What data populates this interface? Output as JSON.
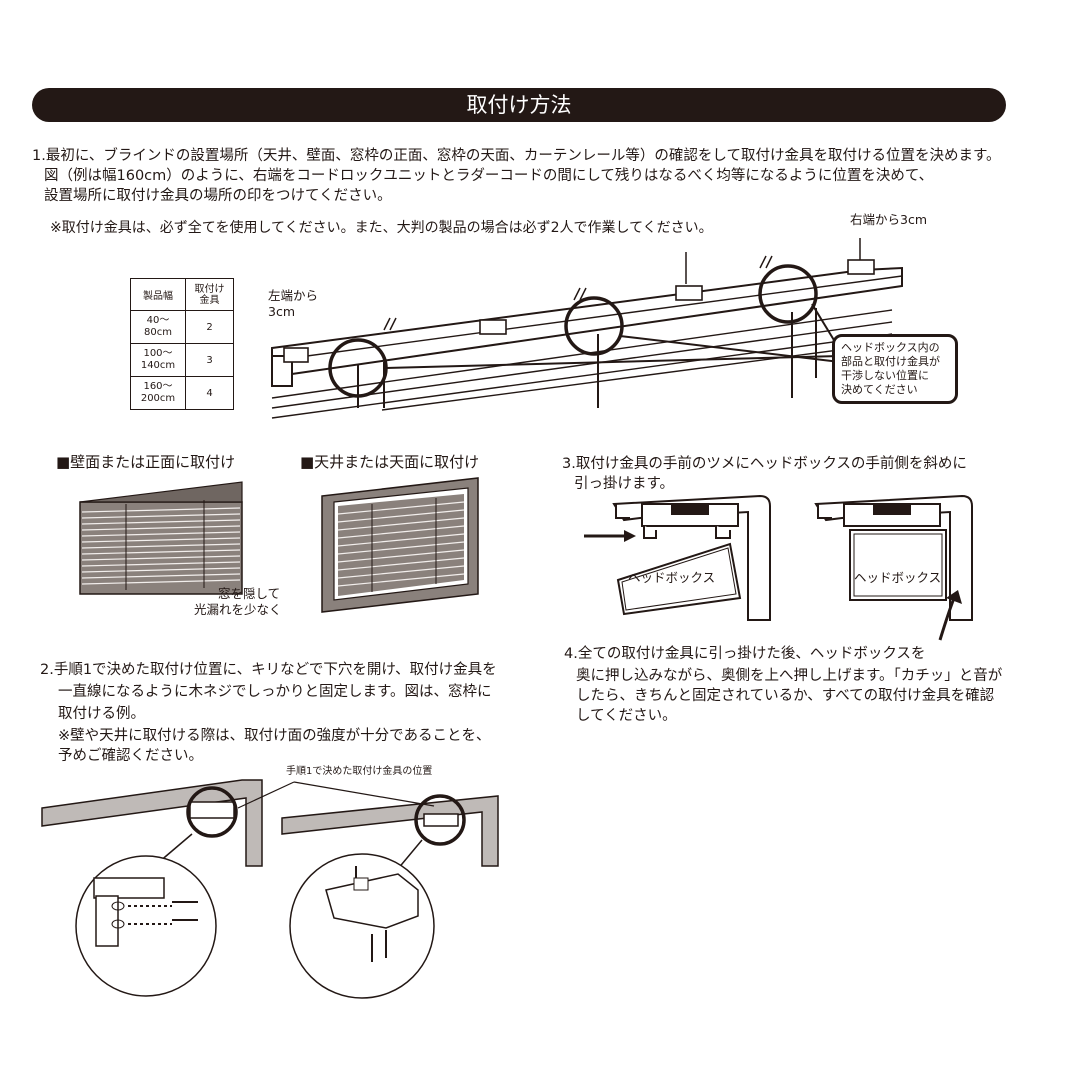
{
  "title": "取付け方法",
  "step1": {
    "line1": "1.最初に、ブラインドの設置場所（天井、壁面、窓枠の正面、窓枠の天面、カーテンレール等）の確認をして取付け金具を取付ける位置を決めます。",
    "line2": "図（例は幅160cm）のように、右端をコードロックユニットとラダーコードの間にして残りはなるべく均等になるように位置を決めて、",
    "line3": "設置場所に取付け金具の場所の印をつけてください。",
    "note": "※取付け金具は、必ず全てを使用してください。また、大判の製品の場合は必ず2人で作業してください。",
    "right_label": "右端から3cm",
    "left_label_1": "左端から",
    "left_label_2": "3cm",
    "callout": [
      "ヘッドボックス内の",
      "部品と取付け金具が",
      "干渉しない位置に",
      "決めてください"
    ]
  },
  "spec_table": {
    "headers": [
      "製品幅",
      "取付け\n金具"
    ],
    "rows": [
      {
        "width": "40～\n80cm",
        "count": "2"
      },
      {
        "width": "100～\n140cm",
        "count": "3"
      },
      {
        "width": "160～\n200cm",
        "count": "4"
      }
    ]
  },
  "mount": {
    "wall_label": "■壁面または正面に取付け",
    "ceiling_label": "■天井または天面に取付け",
    "wall_note_1": "窓を隠して",
    "wall_note_2": "光漏れを少なく"
  },
  "step2": {
    "line1": "2.手順1で決めた取付け位置に、キリなどで下穴を開け、取付け金具を",
    "line2": "一直線になるように木ネジでしっかりと固定します。図は、窓枠に",
    "line3": "取付ける例。",
    "note1": "※壁や天井に取付ける際は、取付け面の強度が十分であることを、",
    "note2": "予めご確認ください。",
    "pointer_label": "手順1で決めた取付け金具の位置"
  },
  "step3": {
    "line1": "3.取付け金具の手前のツメにヘッドボックスの手前側を斜めに",
    "line2": "引っ掛けます。",
    "box_label": "ヘッドボックス"
  },
  "step4": {
    "line1": "4.全ての取付け金具に引っ掛けた後、ヘッドボックスを",
    "line2": "奥に押し込みながら、奥側を上へ押し上げます。「カチッ」と音が",
    "line3": "したら、きちんと固定されているか、すべての取付け金具を確認",
    "line4": "してください。"
  }
}
